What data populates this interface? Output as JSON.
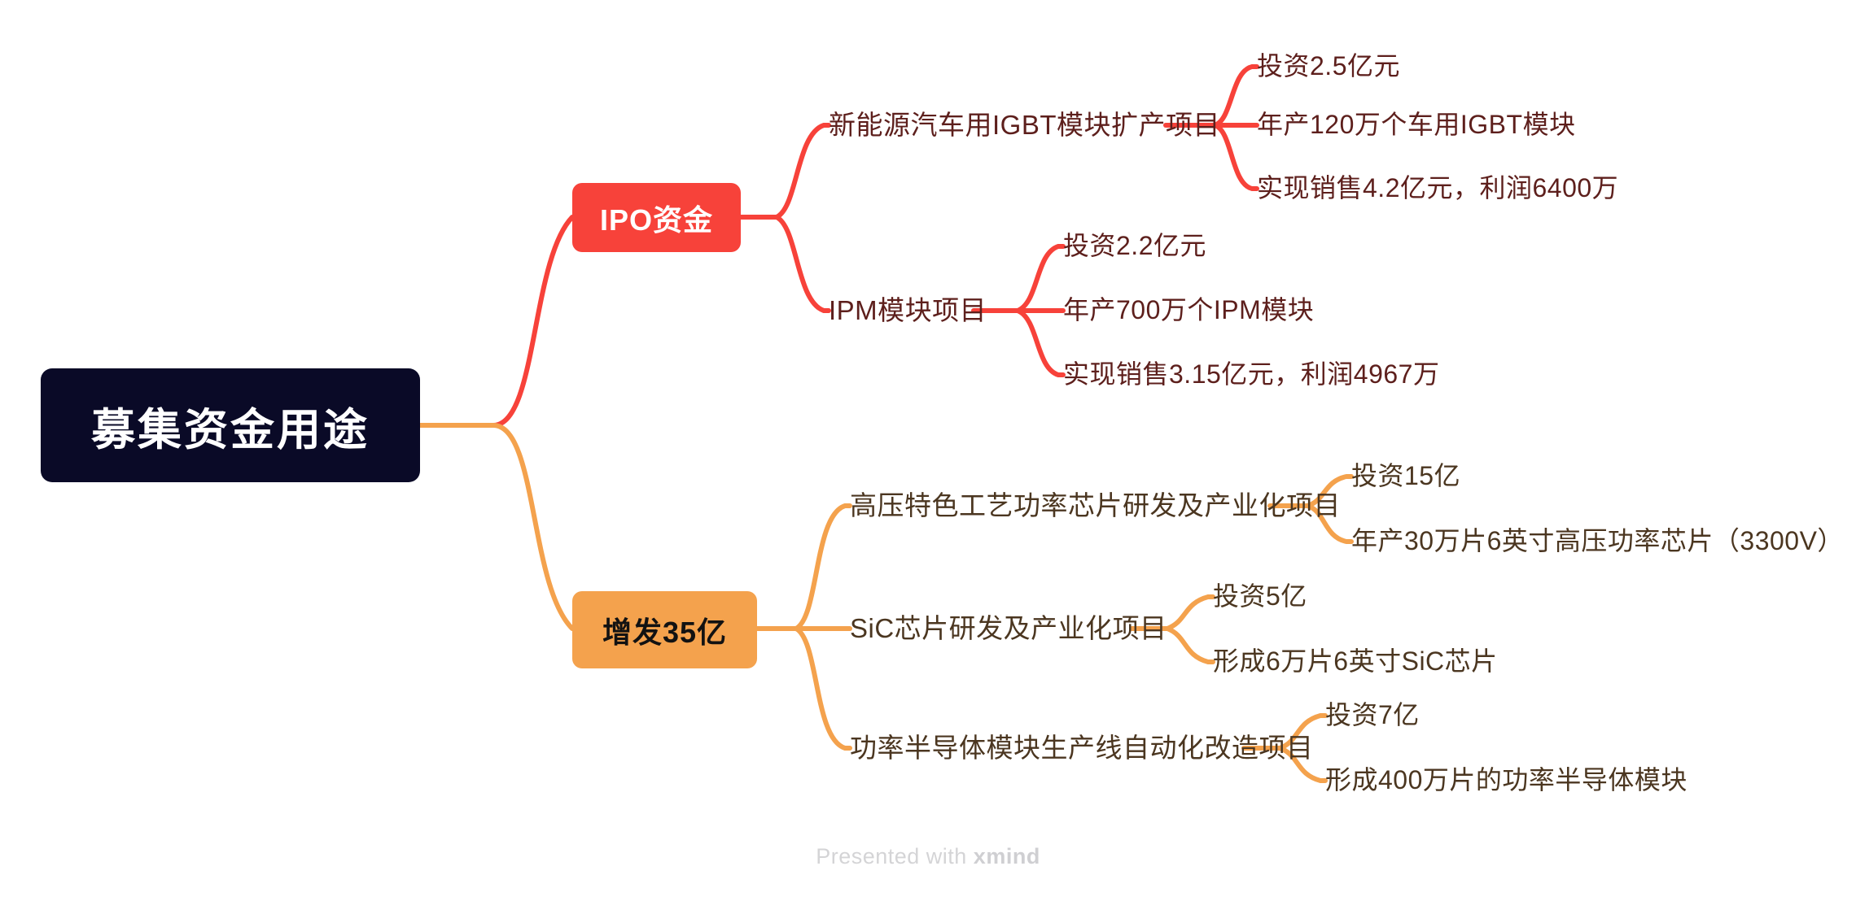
{
  "colors": {
    "root_bg": "#0a0a27",
    "root_text": "#ffffff",
    "branch_red": "#f7423a",
    "branch_orange": "#f4a24d",
    "text_red": "#5d1f1c",
    "text_orange": "#4b3620",
    "canvas_bg": "#ffffff",
    "watermark": "#d4d4d6"
  },
  "root": {
    "label": "募集资金用途"
  },
  "branches": [
    {
      "id": "ipo",
      "label": "IPO资金",
      "accent": "#f7423a",
      "topics": [
        {
          "label": "新能源汽车用IGBT模块扩产项目",
          "leaves": [
            "投资2.5亿元",
            "年产120万个车用IGBT模块",
            "实现销售4.2亿元，利润6400万"
          ]
        },
        {
          "label": "IPM模块项目",
          "leaves": [
            "投资2.2亿元",
            "年产700万个IPM模块",
            "实现销售3.15亿元，利润4967万"
          ]
        }
      ]
    },
    {
      "id": "zengfa",
      "label": "增发35亿",
      "accent": "#f4a24d",
      "topics": [
        {
          "label": "高压特色工艺功率芯片研发及产业化项目",
          "leaves": [
            "投资15亿",
            "年产30万片6英寸高压功率芯片（3300V）"
          ]
        },
        {
          "label": "SiC芯片研发及产业化项目",
          "leaves": [
            "投资5亿",
            "形成6万片6英寸SiC芯片"
          ]
        },
        {
          "label": "功率半导体模块生产线自动化改造项目",
          "leaves": [
            "投资7亿",
            "形成400万片的功率半导体模块"
          ]
        }
      ]
    }
  ],
  "footer": {
    "prefix": "Presented with ",
    "brand": "xmind"
  }
}
